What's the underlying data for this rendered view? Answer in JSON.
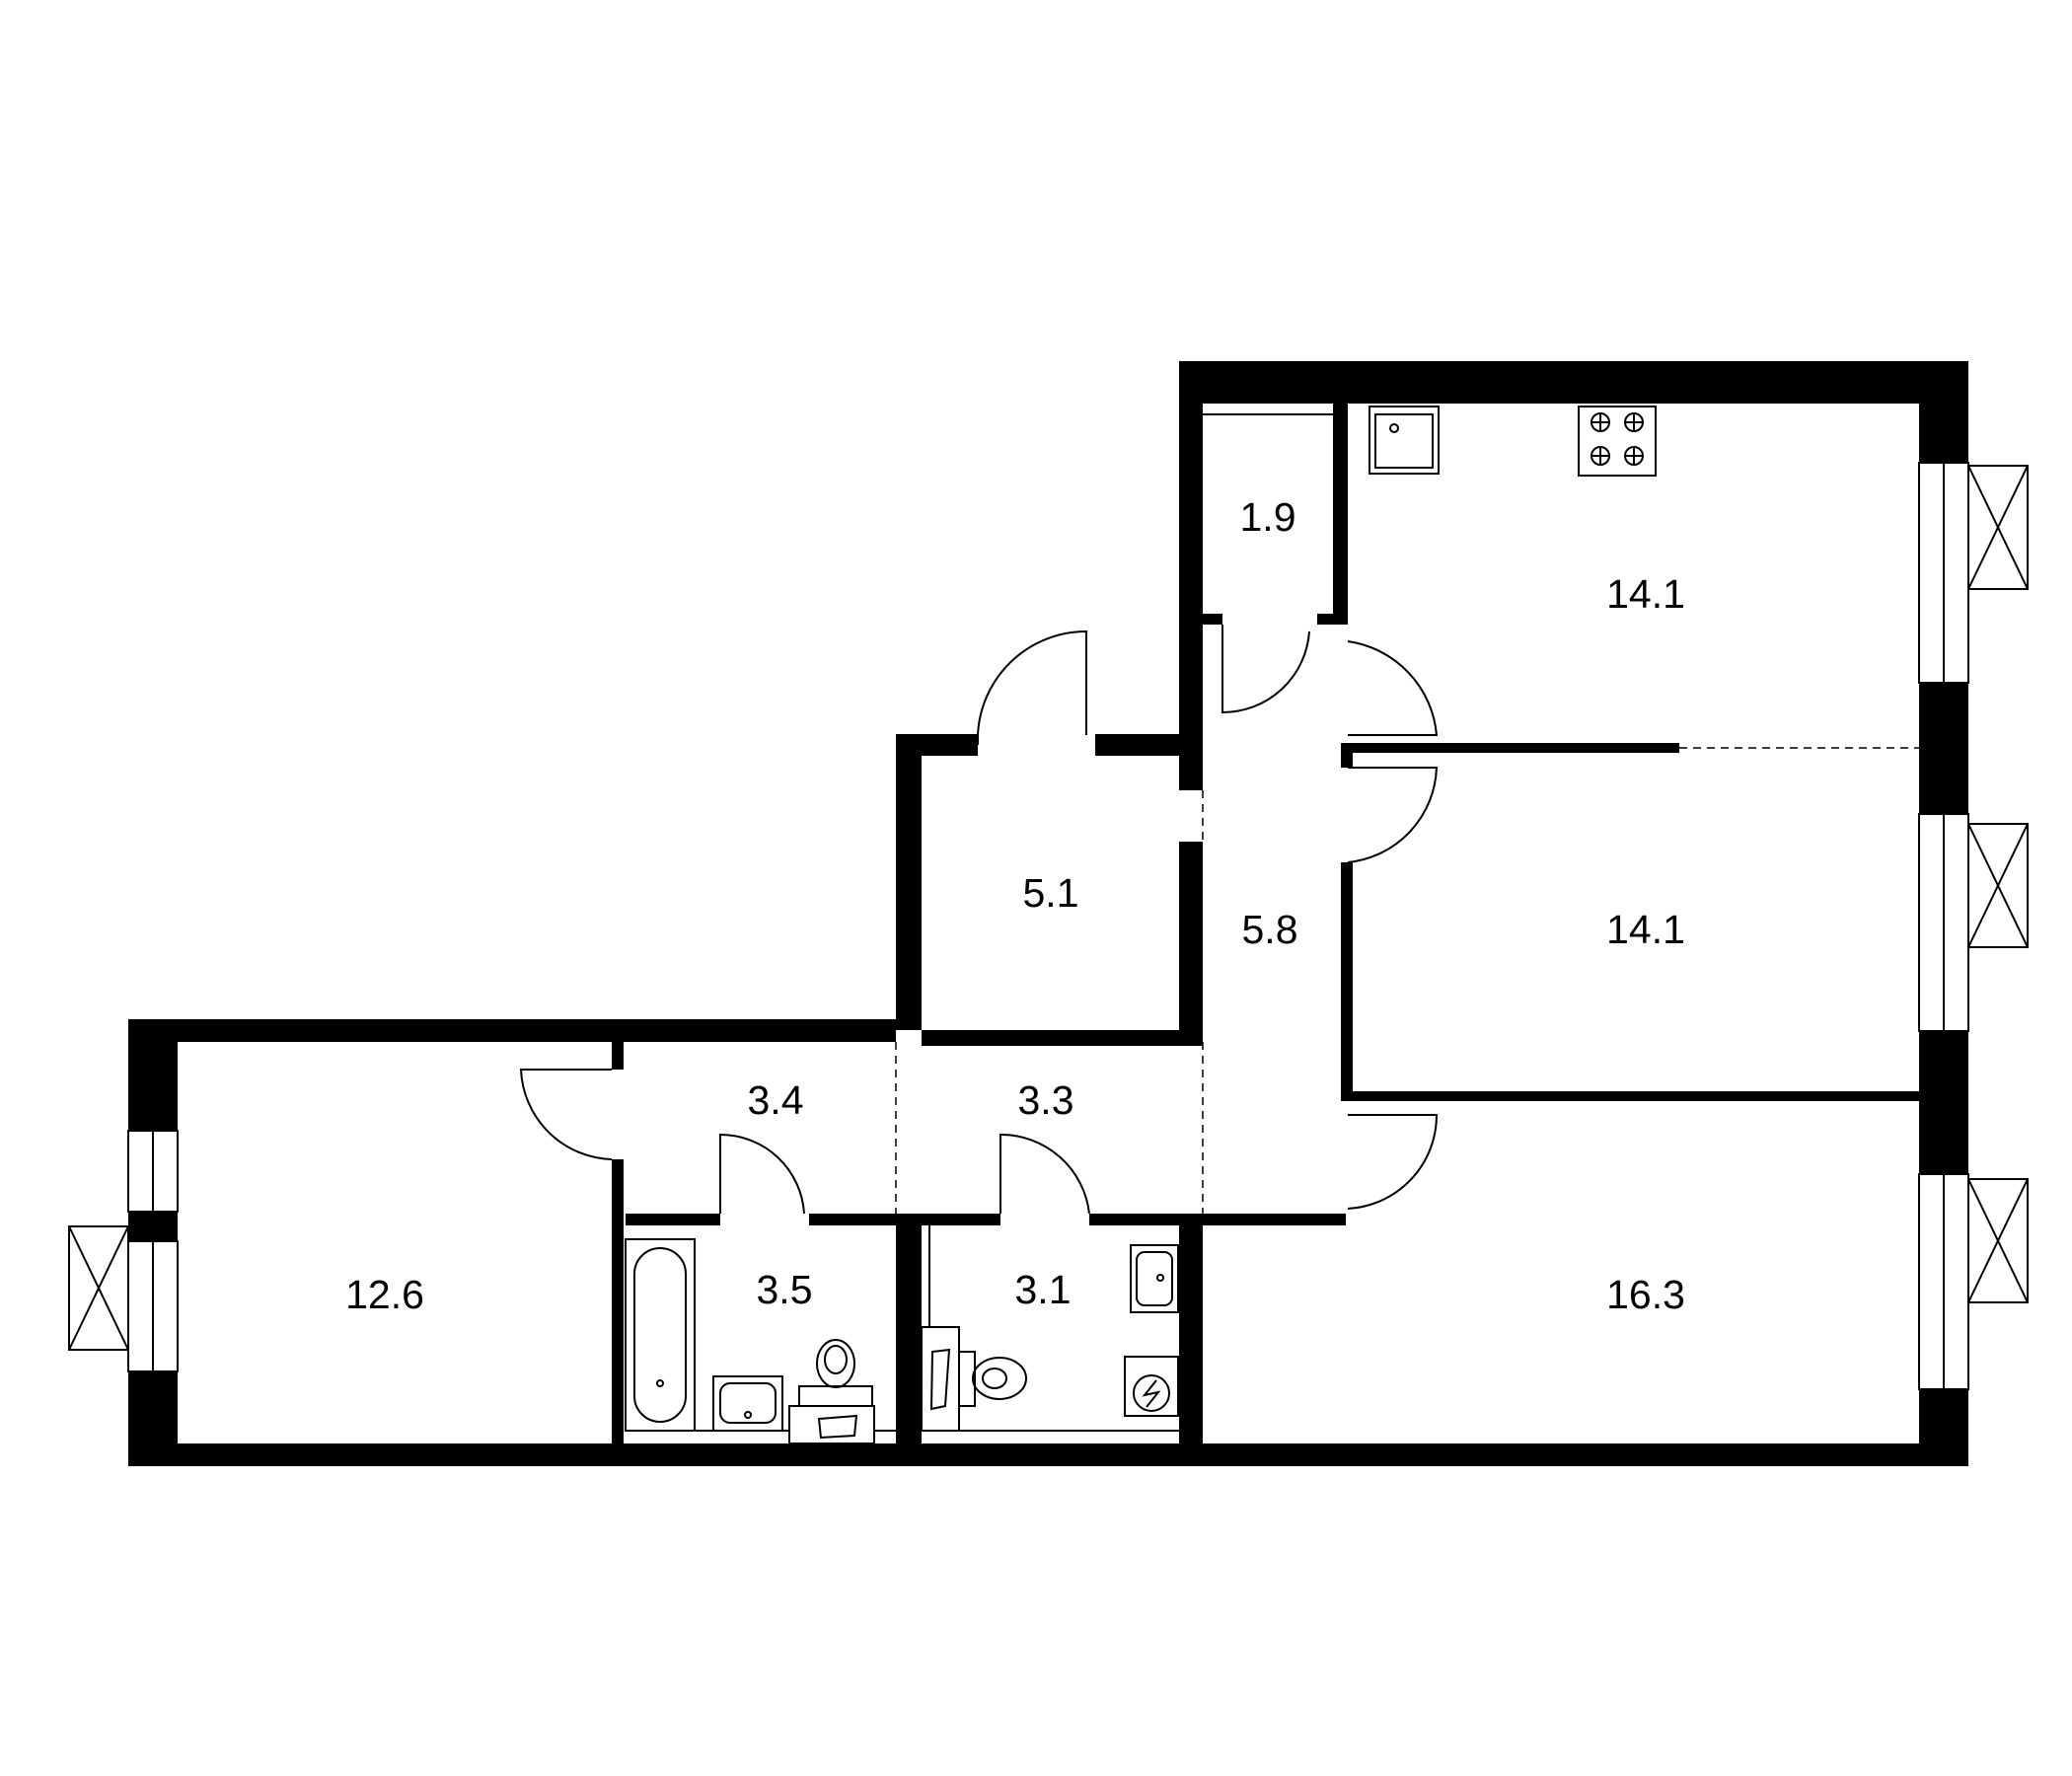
{
  "rooms": [
    {
      "id": "storage",
      "area": "1.9"
    },
    {
      "id": "kitchen",
      "area": "14.1"
    },
    {
      "id": "bedroom-middle",
      "area": "14.1"
    },
    {
      "id": "closet",
      "area": "5.1"
    },
    {
      "id": "hall-main",
      "area": "5.8"
    },
    {
      "id": "corridor-left",
      "area": "3.4"
    },
    {
      "id": "corridor-right",
      "area": "3.3"
    },
    {
      "id": "bedroom-left",
      "area": "12.6"
    },
    {
      "id": "bathroom",
      "area": "3.5"
    },
    {
      "id": "wc",
      "area": "3.1"
    },
    {
      "id": "living-room",
      "area": "16.3"
    }
  ],
  "colors": {
    "wall": "#000000",
    "background": "#ffffff"
  }
}
